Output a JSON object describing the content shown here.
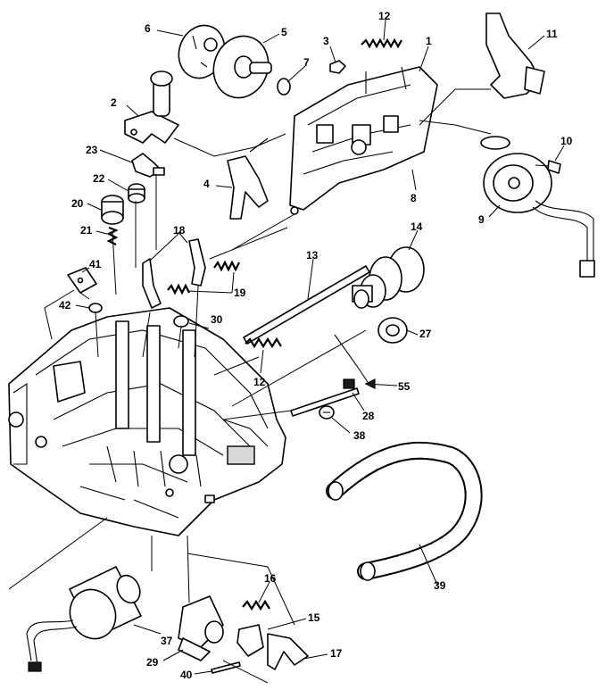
{
  "callouts": [
    {
      "id": "c1",
      "label": "1"
    },
    {
      "id": "c2",
      "label": "2"
    },
    {
      "id": "c3",
      "label": "3"
    },
    {
      "id": "c4",
      "label": "4"
    },
    {
      "id": "c5",
      "label": "5"
    },
    {
      "id": "c6",
      "label": "6"
    },
    {
      "id": "c7",
      "label": "7"
    },
    {
      "id": "c8",
      "label": "8"
    },
    {
      "id": "c9",
      "label": "9"
    },
    {
      "id": "c10",
      "label": "10"
    },
    {
      "id": "c11",
      "label": "11"
    },
    {
      "id": "c12a",
      "label": "12"
    },
    {
      "id": "c12b",
      "label": "12"
    },
    {
      "id": "c13",
      "label": "13"
    },
    {
      "id": "c14",
      "label": "14"
    },
    {
      "id": "c15",
      "label": "15"
    },
    {
      "id": "c16",
      "label": "16"
    },
    {
      "id": "c17",
      "label": "17"
    },
    {
      "id": "c18a",
      "label": "18"
    },
    {
      "id": "c19",
      "label": "19"
    },
    {
      "id": "c20",
      "label": "20"
    },
    {
      "id": "c21",
      "label": "21"
    },
    {
      "id": "c22",
      "label": "22"
    },
    {
      "id": "c23",
      "label": "23"
    },
    {
      "id": "c27",
      "label": "27"
    },
    {
      "id": "c28",
      "label": "28"
    },
    {
      "id": "c29",
      "label": "29"
    },
    {
      "id": "c30",
      "label": "30"
    },
    {
      "id": "c37",
      "label": "37"
    },
    {
      "id": "c38",
      "label": "38"
    },
    {
      "id": "c39",
      "label": "39"
    },
    {
      "id": "c40",
      "label": "40"
    },
    {
      "id": "c41",
      "label": "41"
    },
    {
      "id": "c42",
      "label": "42"
    },
    {
      "id": "c55",
      "label": "55"
    }
  ],
  "colors": {
    "ink": "#000000",
    "paper": "#ffffff"
  }
}
